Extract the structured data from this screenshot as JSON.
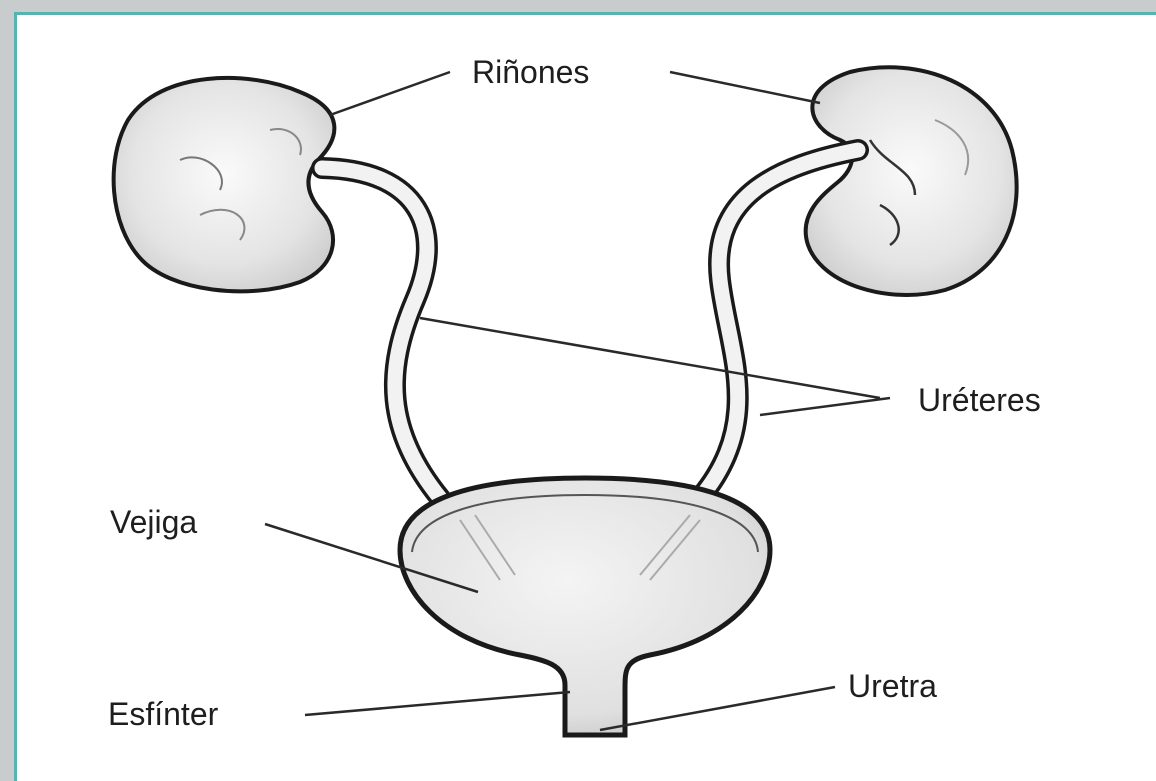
{
  "labels": {
    "rinones": "Riñones",
    "ureteres": "Uréteres",
    "vejiga": "Vejiga",
    "esfinter": "Esfínter",
    "uretra": "Uretra"
  },
  "colors": {
    "frame_border": "#55b3b0",
    "background": "#c9cccd",
    "panel": "#ffffff",
    "ink": "#1e1e1e",
    "organ_fill": "#ececec"
  }
}
